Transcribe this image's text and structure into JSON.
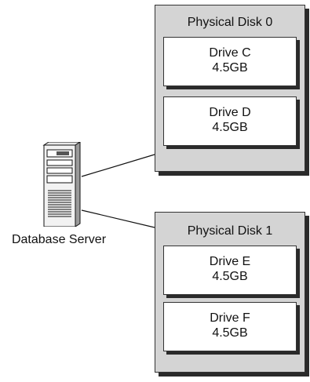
{
  "server": {
    "label": "Database Server",
    "icon": "server-tower-icon"
  },
  "disks": [
    {
      "title": "Physical Disk 0",
      "drives": [
        {
          "name": "Drive C",
          "size": "4.5GB"
        },
        {
          "name": "Drive D",
          "size": "4.5GB"
        }
      ]
    },
    {
      "title": "Physical Disk 1",
      "drives": [
        {
          "name": "Drive E",
          "size": "4.5GB"
        },
        {
          "name": "Drive F",
          "size": "4.5GB"
        }
      ]
    }
  ]
}
